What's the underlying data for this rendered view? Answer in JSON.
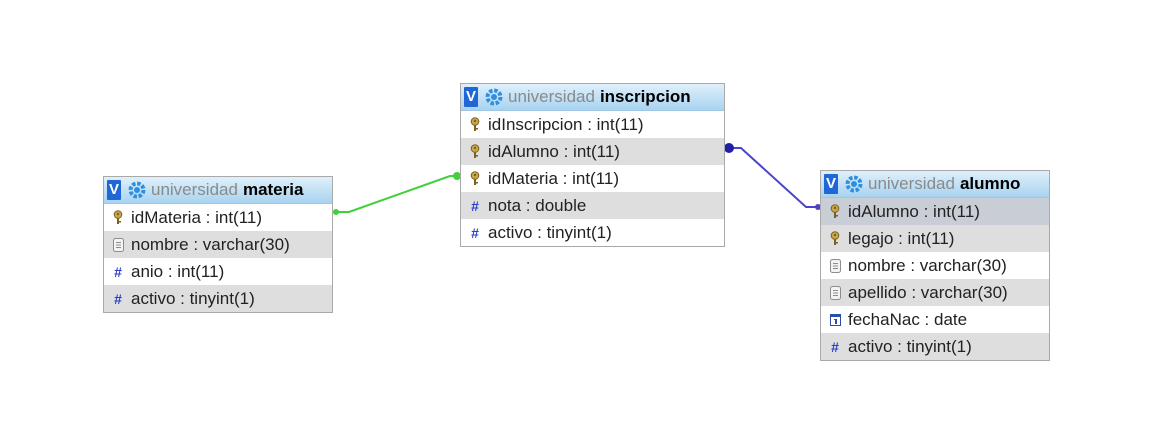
{
  "tables": {
    "materia": {
      "db": "universidad",
      "name": "materia",
      "columns": [
        {
          "text": "idMateria : int(11)",
          "icon": "key-icon"
        },
        {
          "text": "nombre : varchar(30)",
          "icon": "text-field-icon"
        },
        {
          "text": "anio : int(11)",
          "icon": "numeric-icon"
        },
        {
          "text": "activo : tinyint(1)",
          "icon": "numeric-icon"
        }
      ]
    },
    "inscripcion": {
      "db": "universidad",
      "name": "inscripcion",
      "columns": [
        {
          "text": "idInscripcion : int(11)",
          "icon": "key-icon"
        },
        {
          "text": "idAlumno : int(11)",
          "icon": "key-icon"
        },
        {
          "text": "idMateria : int(11)",
          "icon": "key-icon"
        },
        {
          "text": "nota : double",
          "icon": "numeric-icon"
        },
        {
          "text": "activo : tinyint(1)",
          "icon": "numeric-icon"
        }
      ]
    },
    "alumno": {
      "db": "universidad",
      "name": "alumno",
      "columns": [
        {
          "text": "idAlumno : int(11)",
          "icon": "key-icon"
        },
        {
          "text": "legajo : int(11)",
          "icon": "key-icon"
        },
        {
          "text": "nombre : varchar(30)",
          "icon": "text-field-icon"
        },
        {
          "text": "apellido : varchar(30)",
          "icon": "text-field-icon"
        },
        {
          "text": "fechaNac : date",
          "icon": "date-icon"
        },
        {
          "text": "activo : tinyint(1)",
          "icon": "numeric-icon"
        }
      ]
    }
  },
  "header_icons": {
    "view": "V",
    "gear": "gear-icon"
  },
  "relations": [
    {
      "from": "materia.idMateria",
      "to": "inscripcion.idMateria",
      "color": "#3fd03a"
    },
    {
      "from": "inscripcion.idAlumno",
      "to": "alumno.idAlumno",
      "color": "#4a45c8"
    }
  ]
}
